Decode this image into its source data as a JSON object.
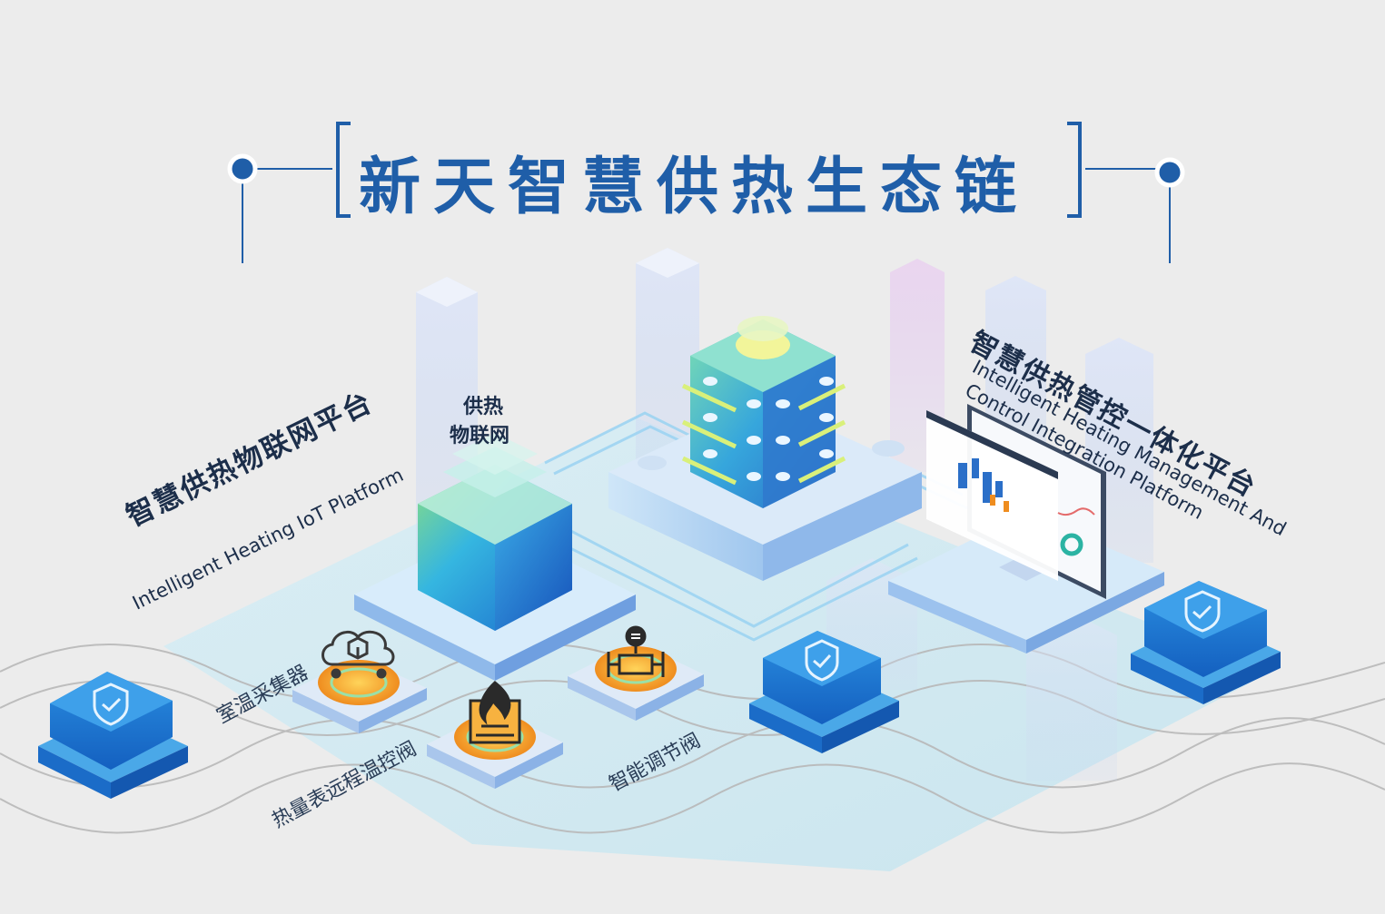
{
  "title": "新天智慧供热生态链",
  "platforms": {
    "iot": {
      "zh": "智慧供热物联网平台",
      "en": "Intelligent Heating  IoT Platform"
    },
    "management": {
      "zh": "智慧供热管控一体化平台",
      "en_line1": "Intelligent Heating Management And",
      "en_line2": "Control Integration Platform"
    }
  },
  "network": {
    "line1": "供热",
    "line2": "物联网"
  },
  "devices": {
    "room_sensor": "室温采集器",
    "heat_meter_valve": "热量表远程温控阀",
    "smart_valve": "智能调节阀"
  },
  "colors": {
    "accent": "#1f5ea8",
    "dot": "#1f5ea8",
    "text_dark": "#1c2e4a",
    "cube_blue": "#1e88d6",
    "cube_light": "#8fd0f5",
    "orange": "#f4a12a",
    "platform": "#cde6f7",
    "background": "#ececec"
  },
  "icons": [
    "shield-icon",
    "cloud-cube-icon",
    "fire-icon",
    "valve-icon",
    "server-icon",
    "monitor-icon"
  ]
}
